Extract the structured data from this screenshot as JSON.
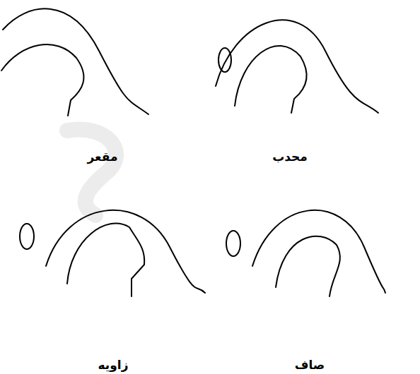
{
  "diagram": {
    "labels": [
      "مقعر",
      "محدب",
      "زاویه",
      "صاف"
    ]
  }
}
